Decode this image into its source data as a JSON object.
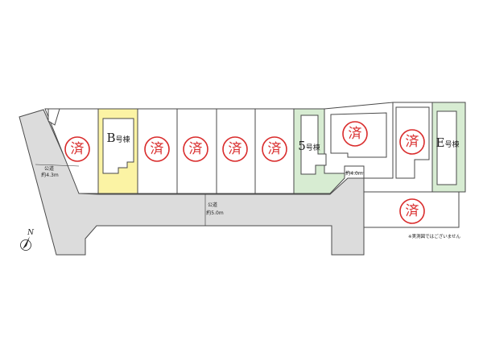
{
  "lots": {
    "sold_label": "済",
    "b_lot": {
      "letter": "B",
      "suffix": "号棟"
    },
    "lot_5": {
      "letter": "5",
      "suffix": "号棟"
    },
    "e_lot": {
      "letter": "E",
      "suffix": "号棟"
    }
  },
  "roads": {
    "west": {
      "name": "公道",
      "width": "約4.3m"
    },
    "main": {
      "name": "公道",
      "width": "約5.0m"
    },
    "east": {
      "width": "約4.0m"
    }
  },
  "compass": {
    "label": "N"
  },
  "note": "※実測図ではございません",
  "colors": {
    "sold_stamp": "#d92b2b",
    "available_yellow": "#fbf3a4",
    "green_lot": "#d7ecd2",
    "road": "#dcdcdc"
  }
}
